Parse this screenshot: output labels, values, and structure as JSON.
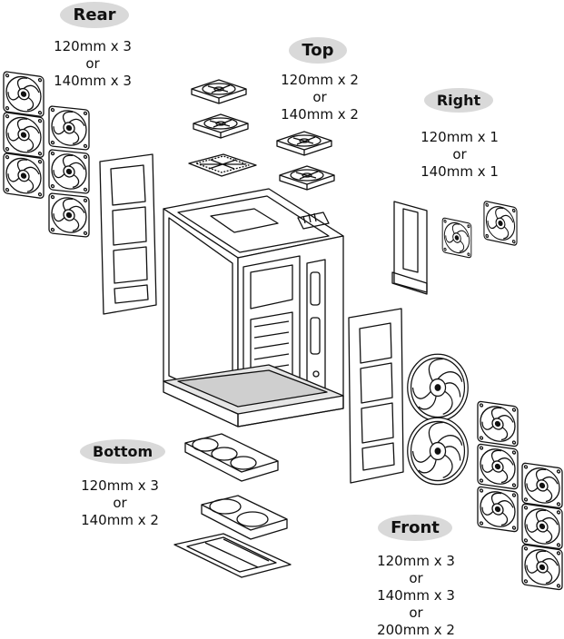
{
  "sections": {
    "rear": {
      "title": "Rear",
      "lines": [
        "120mm x 3",
        "or",
        "140mm x 3"
      ]
    },
    "top": {
      "title": "Top",
      "lines": [
        "120mm x 2",
        "or",
        "140mm x 2"
      ]
    },
    "right": {
      "title": "Right",
      "lines": [
        "120mm x 1",
        "or",
        "140mm x 1"
      ]
    },
    "bottom": {
      "title": "Bottom",
      "lines": [
        "120mm x 3",
        "or",
        "140mm x 2"
      ]
    },
    "front": {
      "title": "Front",
      "lines": [
        "120mm x 3",
        "or",
        "140mm x 3",
        "or",
        "200mm x 2"
      ]
    }
  }
}
